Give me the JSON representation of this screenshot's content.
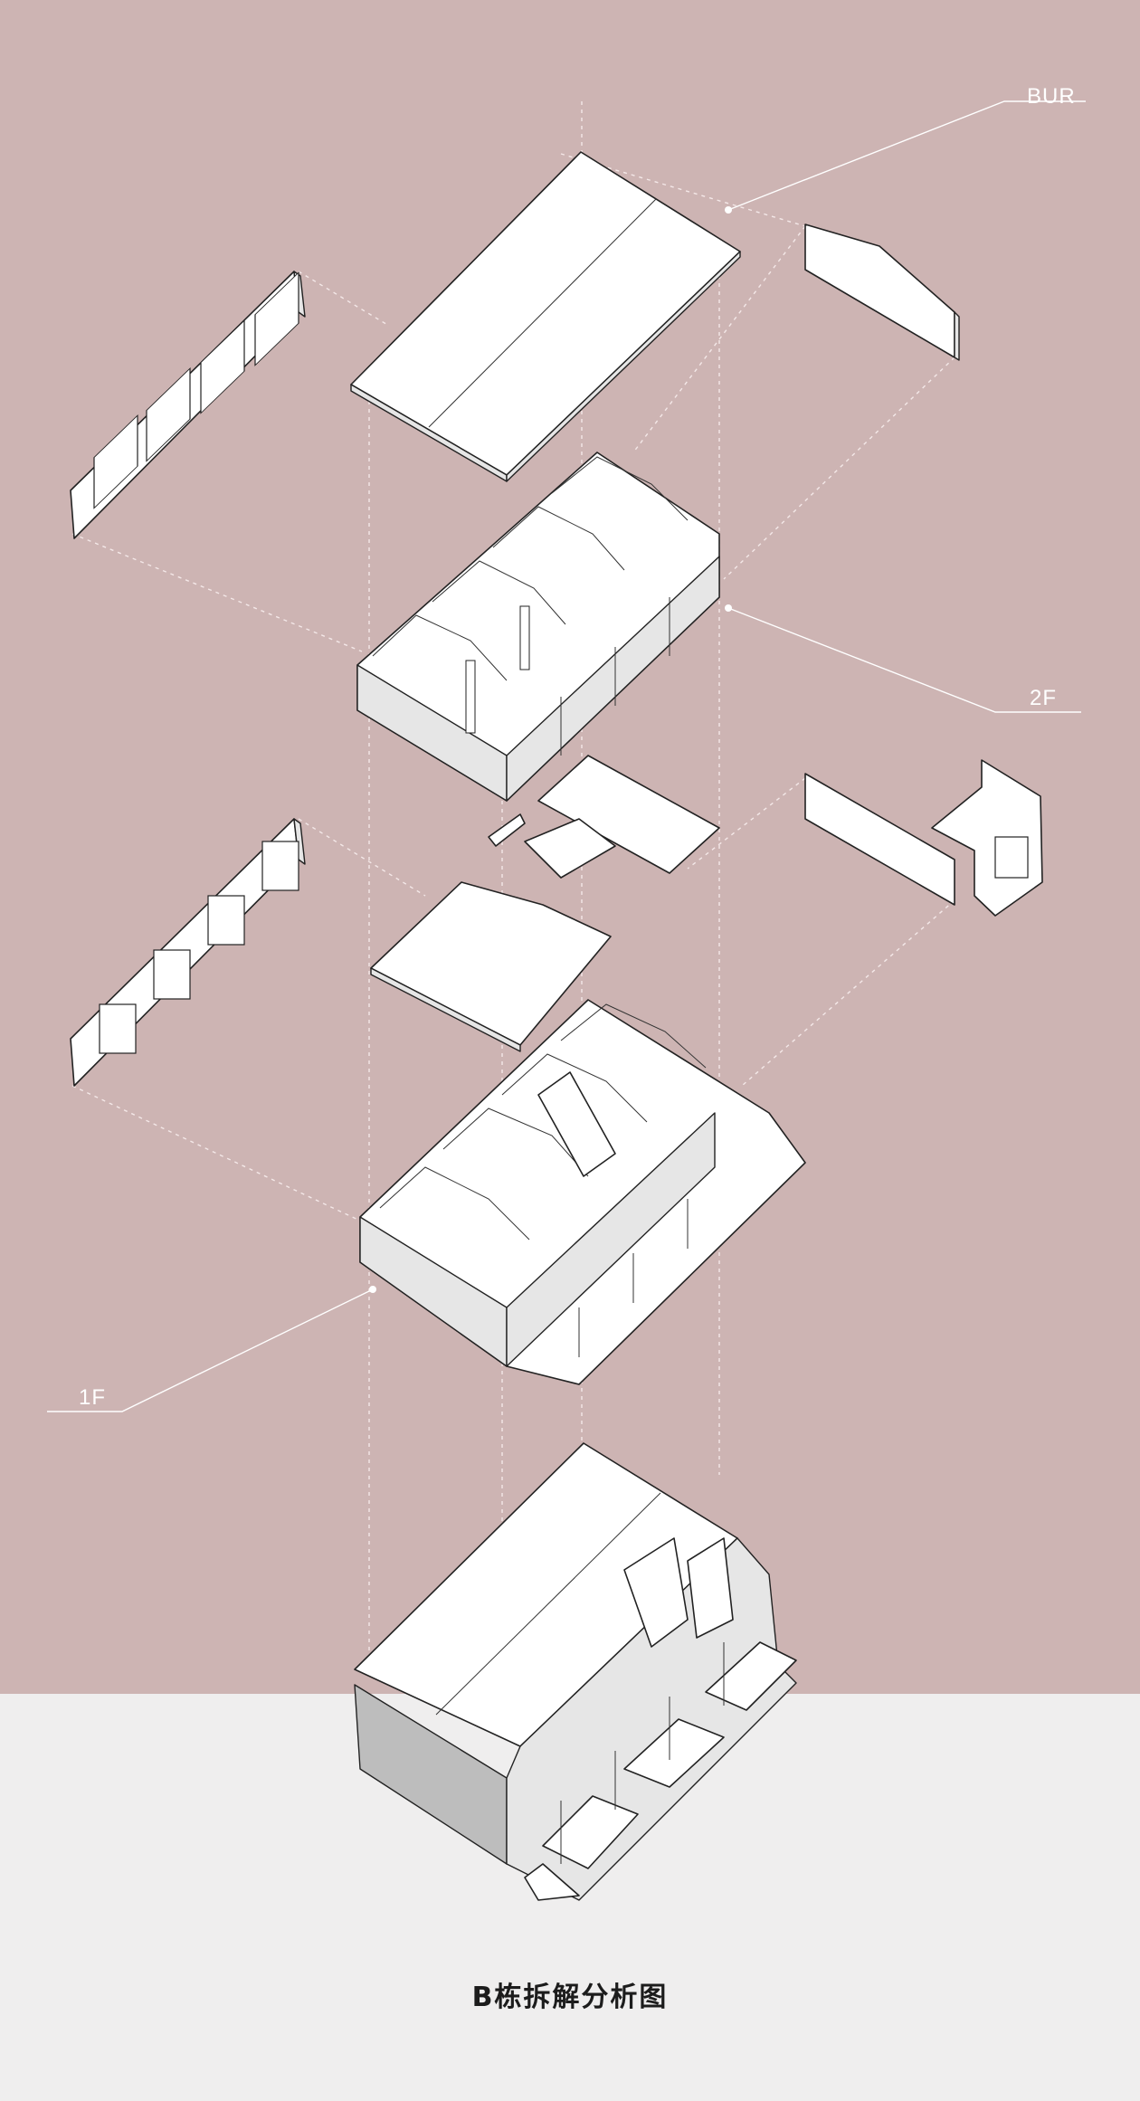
{
  "colors": {
    "background_top": "#cdb4b3",
    "background_bottom": "#efeeee",
    "label_text": "#ffffff",
    "caption_text": "#1c1c1c"
  },
  "labels": {
    "roof": "BUR",
    "second_floor": "2F",
    "first_floor": "1F"
  },
  "caption": "B栋拆解分析图"
}
